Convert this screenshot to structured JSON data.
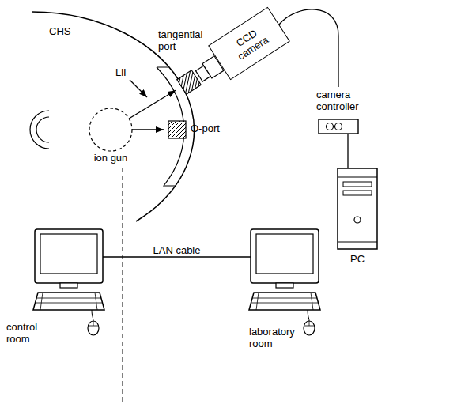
{
  "diagram": {
    "nodes": [
      {
        "text": [
          "ion gun"
        ]
      },
      {
        "text": [
          "tangential port"
        ]
      },
      {
        "text": [
          "O-port"
        ]
      },
      {
        "text": [
          "CCD camera"
        ]
      },
      {
        "text": [
          "camera controller"
        ]
      },
      {
        "text": [
          "PC"
        ]
      },
      {
        "text": [
          "control room"
        ]
      },
      {
        "text": [
          "laboratory room"
        ]
      }
    ],
    "edges": [
      {
        "from": 0,
        "to": 2,
        "arrow": "to"
      },
      {
        "from": 0,
        "to": 1,
        "arrow": "to"
      },
      {
        "from": 3,
        "to": 4,
        "arrow": "none"
      },
      {
        "from": 4,
        "to": 5,
        "arrow": "none"
      },
      {
        "from": 6,
        "to": 7,
        "label": "LAN cable",
        "arrow": "none"
      }
    ],
    "labels": [
      "CHS",
      "LiI"
    ]
  }
}
